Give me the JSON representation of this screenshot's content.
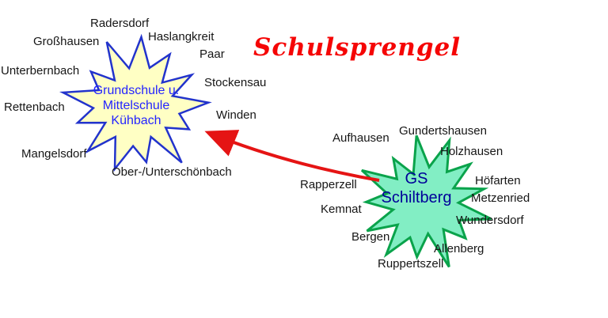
{
  "title": {
    "text": "Schulsprengel",
    "color": "#f50505"
  },
  "kuehbach": {
    "name_lines": [
      "Grundschule u.",
      "Mittelschule",
      "Kühbach"
    ],
    "fill": "#ffffc4",
    "border": "#2233cc",
    "text_color": "#2424ff",
    "places": [
      "Radersdorf",
      "Großhausen",
      "Haslangkreit",
      "Paar",
      "Unterbernbach",
      "Stockensau",
      "Rettenbach",
      "Winden",
      "Mangelsdorf",
      "Ober-/Unterschönbach"
    ]
  },
  "schiltberg": {
    "name_lines": [
      "GS",
      "Schiltberg"
    ],
    "fill": "#82eec4",
    "border": "#0aa34b",
    "text_color": "#000099",
    "places": [
      "Aufhausen",
      "Gundertshausen",
      "Holzhausen",
      "Rapperzell",
      "Höfarten",
      "Metzenried",
      "Kemnat",
      "Wundersdorf",
      "Bergen",
      "Allenberg",
      "Ruppertszell"
    ]
  },
  "arrow": {
    "color": "#e51414",
    "direction": "schiltberg-to-kuehbach"
  }
}
